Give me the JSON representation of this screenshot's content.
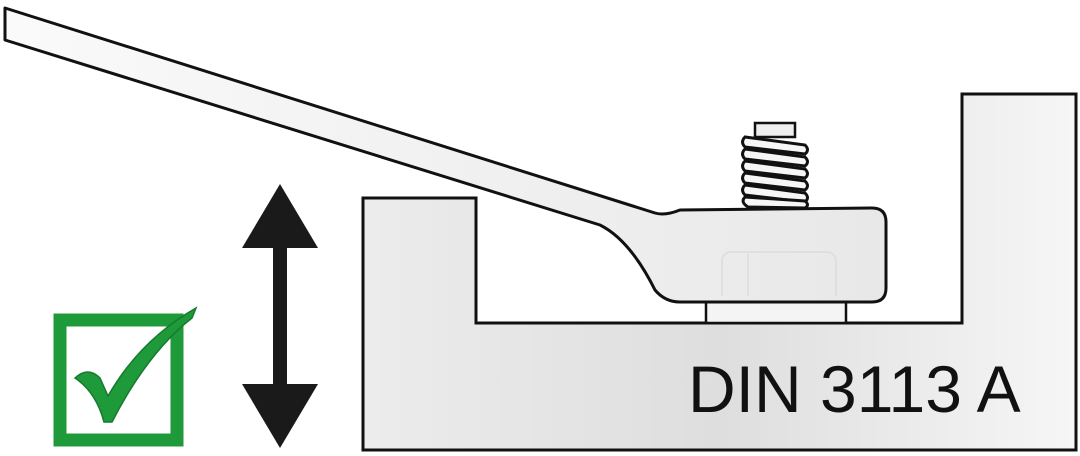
{
  "diagram": {
    "label": "DIN 3113 A",
    "check_color": "#1e9a3a",
    "arrow_color": "#1a1a1a",
    "outline_color": "#111111",
    "fill_light": "#f2f2f2",
    "fill_block": "#e6e6e6",
    "elements": [
      "wrench",
      "bolt",
      "nut",
      "washer",
      "base-block",
      "vertical-arrow",
      "checkmark-box"
    ]
  }
}
